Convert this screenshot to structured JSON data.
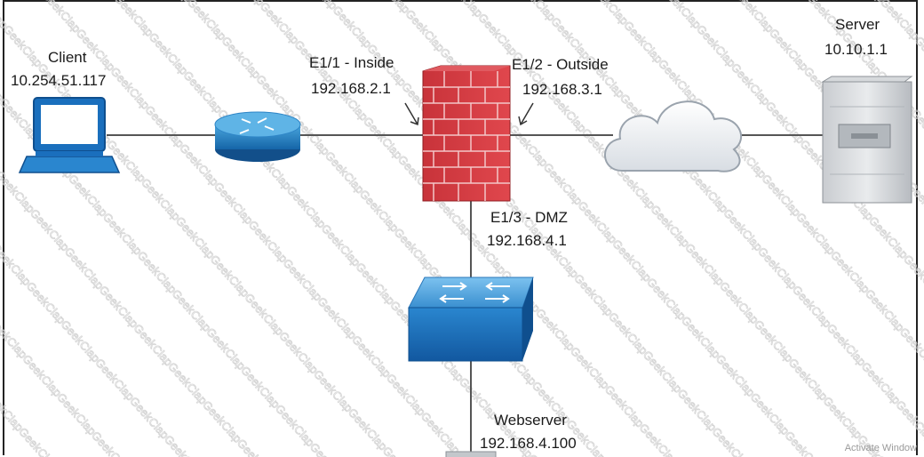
{
  "nodes": {
    "client": {
      "name": "Client",
      "ip": "10.254.51.117"
    },
    "server": {
      "name": "Server",
      "ip": "10.10.1.1"
    },
    "webserver": {
      "name": "Webserver",
      "ip": "192.168.4.100"
    }
  },
  "interfaces": {
    "inside": {
      "name": "E1/1 - Inside",
      "ip": "192.168.2.1"
    },
    "outside": {
      "name": "E1/2 - Outside",
      "ip": "192.168.3.1"
    },
    "dmz": {
      "name": "E1/3 - DMZ",
      "ip": "192.168.4.1"
    }
  },
  "watermark": {
    "text": "ClapGeek"
  },
  "os_overlay": "Activate Window"
}
